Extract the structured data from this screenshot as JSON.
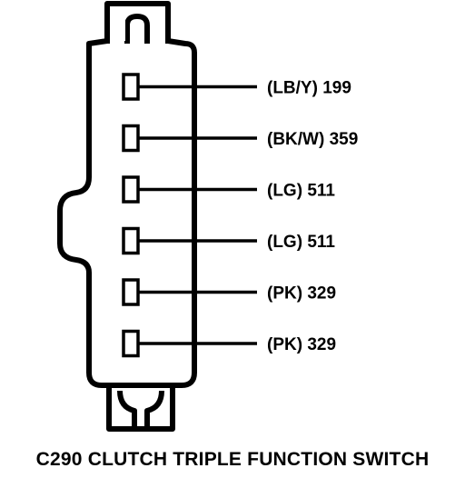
{
  "caption": "C290 CLUTCH TRIPLE FUNCTION SWITCH",
  "pins": [
    {
      "label": "(LB/Y) 199"
    },
    {
      "label": "(BK/W) 359"
    },
    {
      "label": "(LG) 511"
    },
    {
      "label": "(LG) 511"
    },
    {
      "label": "(PK) 329"
    },
    {
      "label": "(PK) 329"
    }
  ],
  "colors": {
    "line": "#000000",
    "background": "#ffffff"
  }
}
